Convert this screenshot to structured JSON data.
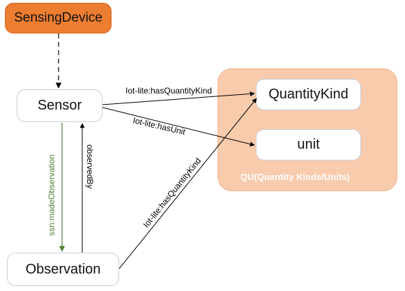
{
  "nodes": {
    "sensing_device": "SensingDevice",
    "sensor": "Sensor",
    "observation": "Observation",
    "quantity_kind": "QuantityKind",
    "unit": "unit"
  },
  "group": {
    "label": "QU(Quantity Kinds/Units)"
  },
  "edges": {
    "sensor_to_quantitykind": "Iot-lite:hasQuantityKind",
    "sensor_to_unit": "Iot-lite:hasUnit",
    "sensor_to_observation": "ssn:madeObservation",
    "observation_to_sensor": "observedBy",
    "observation_to_quantitykind": "Iot-lite:hasQuantityKind"
  },
  "colors": {
    "sensing_device_fill": "#ed7d31",
    "group_fill": "#f8cbad",
    "made_observation_edge": "#548235",
    "edge_default": "#000000"
  }
}
